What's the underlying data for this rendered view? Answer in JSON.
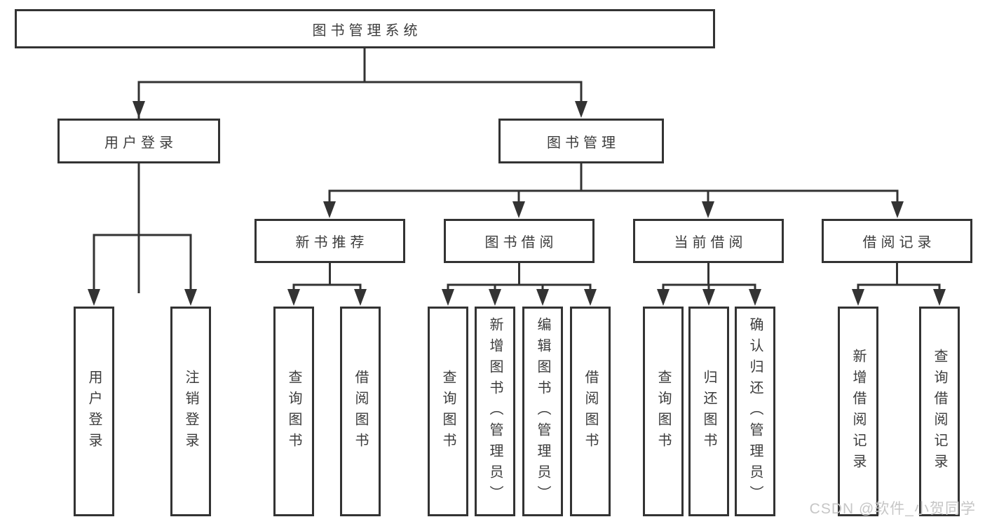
{
  "diagram": {
    "root": {
      "label": "图书管理系统"
    },
    "branches": [
      {
        "label": "用户登录",
        "children": [
          {
            "label": "用户登录"
          },
          {
            "label": "注销登录"
          }
        ]
      },
      {
        "label": "图书管理",
        "children": [
          {
            "label": "新书推荐",
            "children": [
              {
                "label": "查询图书"
              },
              {
                "label": "借阅图书"
              }
            ]
          },
          {
            "label": "图书借阅",
            "children": [
              {
                "label": "查询图书"
              },
              {
                "label": "新增图书（管理员）"
              },
              {
                "label": "编辑图书（管理员）"
              },
              {
                "label": "借阅图书"
              }
            ]
          },
          {
            "label": "当前借阅",
            "children": [
              {
                "label": "查询图书"
              },
              {
                "label": "归还图书"
              },
              {
                "label": "确认归还（管理员）"
              }
            ]
          },
          {
            "label": "借阅记录",
            "children": [
              {
                "label": "新增借阅记录"
              },
              {
                "label": "查询借阅记录"
              }
            ]
          }
        ]
      }
    ]
  },
  "watermark": {
    "text": "CSDN @软件_小贺同学"
  },
  "colors": {
    "line": "#333333",
    "box_border": "#333333",
    "box_fill": "#ffffff",
    "text": "#3c3c3c",
    "watermark": "#c6c6c6",
    "background": "#ffffff"
  }
}
